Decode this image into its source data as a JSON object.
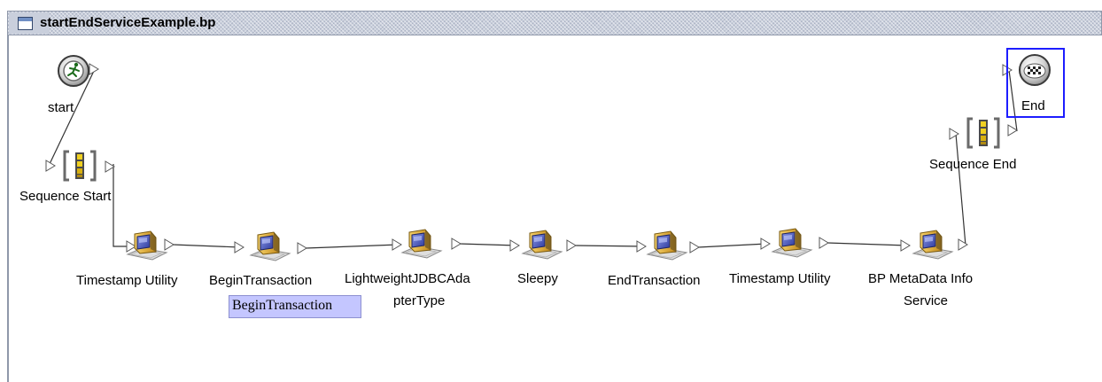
{
  "window": {
    "title": "startEndServiceExample.bp"
  },
  "nodes": {
    "start": "start",
    "end": "End",
    "sequence_start": "Sequence Start",
    "sequence_end": "Sequence End",
    "services": [
      {
        "label": "Timestamp Utility"
      },
      {
        "label": "BeginTransaction"
      },
      {
        "label": "LightweightJDBCAda",
        "label2": "pterType"
      },
      {
        "label": "Sleepy"
      },
      {
        "label": "EndTransaction"
      },
      {
        "label": "Timestamp Utility"
      },
      {
        "label": "BP MetaData Info",
        "label2": "Service"
      }
    ]
  },
  "component_label": "BeginTransaction",
  "colors": {
    "title_bg": "#c9cfdc",
    "selection": "#1d1dff",
    "component_label_bg": "#c4c6ff"
  },
  "icons": {
    "start": "running-person-icon",
    "end": "checkered-flag-icon",
    "sequence": "sequence-bracket-icon",
    "service": "computer-service-icon"
  }
}
